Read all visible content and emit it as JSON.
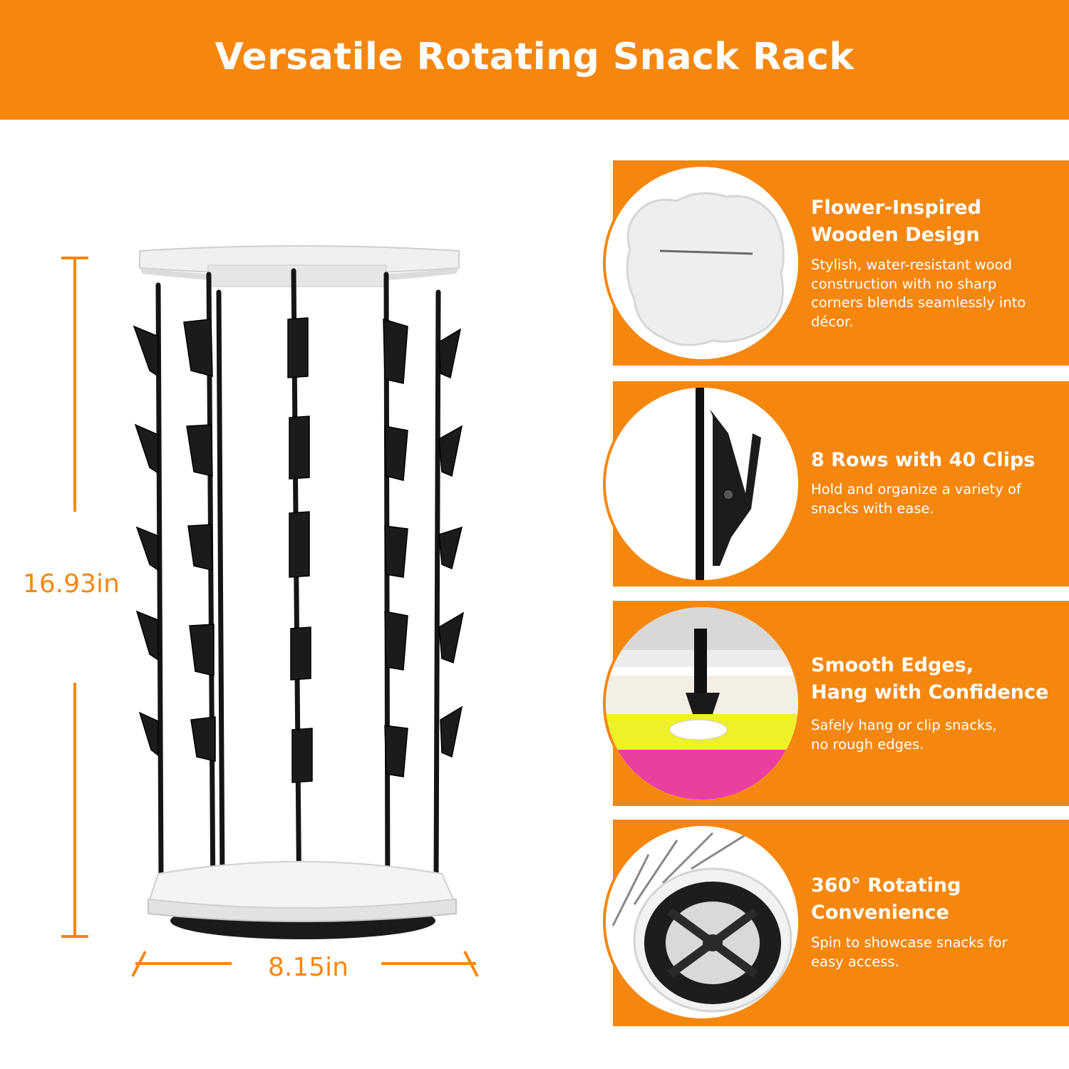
{
  "banner": {
    "title": "Versatile Rotating Snack Rack"
  },
  "dimensions": {
    "height": "16.93in",
    "width": "8.15in"
  },
  "features": [
    {
      "title": "Flower-Inspired\nWooden Design",
      "description": "Stylish, water-resistant wood\nconstruction with no sharp\ncorners blends seamlessly into\ndécor."
    },
    {
      "title": "8 Rows with 40 Clips",
      "description": "Hold and organize a variety of\nsnacks with ease."
    },
    {
      "title": "Smooth Edges,\nHang with Confidence",
      "description": "Safely hang or clip snacks,\nno rough edges."
    },
    {
      "title": "360° Rotating\nConvenience",
      "description": "Spin to showcase snacks for\neasy access."
    }
  ],
  "colors": {
    "accent": "#f5870f",
    "text_on_accent": "#ffffff",
    "rack_black": "#1a1a1a",
    "wood_white": "#f2f2f2"
  }
}
